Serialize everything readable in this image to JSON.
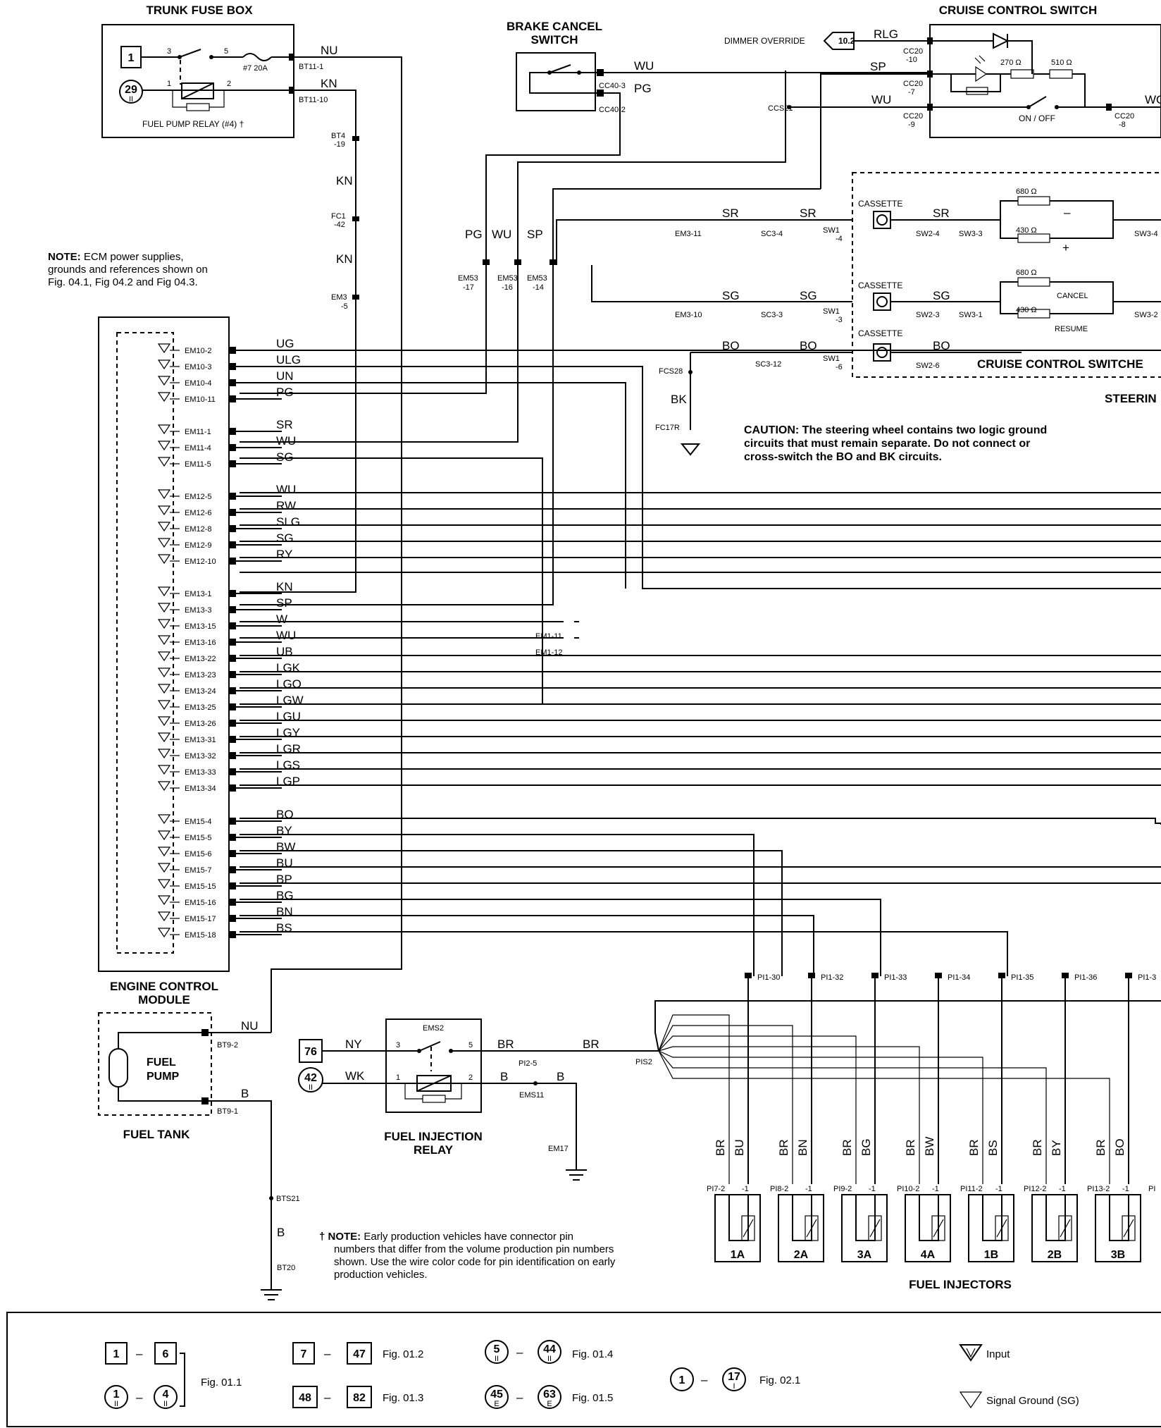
{
  "titles": {
    "trunk_fuse_box": "TRUNK FUSE BOX",
    "brake_cancel_switch": [
      "BRAKE CANCEL",
      "SWITCH"
    ],
    "cruise_control_switch": "CRUISE CONTROL SWITCH",
    "cruise_control_switches": "CRUISE CONTROL SWITCHE",
    "steering": "STEERIN",
    "engine_control_module": [
      "ENGINE CONTROL",
      "MODULE"
    ],
    "fuel_tank": "FUEL TANK",
    "fuel_pump": [
      "FUEL",
      "PUMP"
    ],
    "fuel_injection_relay": [
      "FUEL INJECTION",
      "RELAY"
    ],
    "fuel_injectors": "FUEL INJECTORS"
  },
  "fuse_box": {
    "box1": "1",
    "circle29": "29",
    "circle29_sub": "II",
    "fuse_label": "#7 20A",
    "relay_label": "FUEL PUMP RELAY (#4) †",
    "pins": [
      "3",
      "5",
      "1",
      "2"
    ],
    "conn1": "BT11-1",
    "conn2": "BT11-10",
    "wire1": "NU",
    "wire2": "KN"
  },
  "kn_chain": [
    {
      "conn": [
        "BT4",
        "-19"
      ],
      "wire": "KN"
    },
    {
      "conn": [
        "FC1",
        "-42"
      ],
      "wire": "KN"
    },
    {
      "conn": [
        "EM3",
        "-5"
      ],
      "wire": ""
    }
  ],
  "brake_switch": {
    "wire1": "WU",
    "wire2": "PG",
    "conn1": "CC40-3",
    "conn2": "CC40-2"
  },
  "em53": {
    "wires": [
      "PG",
      "WU",
      "SP"
    ],
    "conns": [
      [
        "EM53",
        "-17"
      ],
      [
        "EM53",
        "-16"
      ],
      [
        "EM53",
        "-14"
      ]
    ]
  },
  "cruise_switch": {
    "dimmer_override": "DIMMER OVERRIDE",
    "ref": "10.2",
    "wires": [
      "RLG",
      "SP",
      "WU",
      "WO"
    ],
    "conns": [
      [
        "CC20",
        "-10"
      ],
      [
        "CC20",
        "-7"
      ],
      [
        "CC20",
        "-9"
      ],
      [
        "CC20",
        "-8"
      ]
    ],
    "ccs21": "CCS21",
    "r1": "270 Ω",
    "r2": "510 Ω",
    "on_off": "ON / OFF"
  },
  "steering_switches": {
    "rows": [
      {
        "em": "EM3-11",
        "wire1": "SR",
        "sc": "SC3-4",
        "wire2": "SR",
        "sw1": [
          "SW1",
          "-4"
        ],
        "wire3": "SR",
        "sw2": "SW2-4",
        "sw3": "SW3-3",
        "sw3r": "SW3-4"
      },
      {
        "em": "EM3-10",
        "wire1": "SG",
        "sc": "SC3-3",
        "wire2": "SG",
        "sw1": [
          "SW1",
          "-3"
        ],
        "wire3": "SG",
        "sw2": "SW2-3",
        "sw3": "SW3-1",
        "sw3r": "SW3-2"
      },
      {
        "em": "",
        "wire1": "BO",
        "sc": "SC3-12",
        "wire2": "BO",
        "sw1": [
          "SW1",
          "-6"
        ],
        "wire3": "BO",
        "sw2": "SW2-6",
        "sw3": "",
        "sw3r": ""
      }
    ],
    "cassette": "CASSETTE",
    "r680": "680 Ω",
    "r430": "430 Ω",
    "minus": "–",
    "plus": "+",
    "cancel": "CANCEL",
    "resume": "RESUME",
    "fcs28": "FCS28",
    "bk": "BK",
    "fc17r": "FC17R"
  },
  "notes": {
    "ecm_note_bold": "NOTE:",
    "ecm_note": [
      " ECM power supplies,",
      "grounds and references shown on",
      "Fig. 04.1, Fig 04.2 and Fig 04.3."
    ],
    "caution_bold": "CAUTION:",
    "caution": [
      " The steering wheel contains two logic ground",
      "circuits that must remain separate.  Do not connect or",
      "cross-switch the BO and BK circuits."
    ],
    "dagger_note_bold": "† NOTE:",
    "dagger_note": [
      "  Early production vehicles have connector pin",
      "numbers that differ from the volume production pin numbers",
      "shown.  Use the wire color code for pin identification on early",
      "production vehicles."
    ]
  },
  "ecm_pins": [
    {
      "conn": "EM10-2",
      "wire": "UG"
    },
    {
      "conn": "EM10-3",
      "wire": "ULG"
    },
    {
      "conn": "EM10-4",
      "wire": "UN"
    },
    {
      "conn": "EM10-11",
      "wire": "PG"
    },
    {
      "conn": "EM11-1",
      "wire": "SR"
    },
    {
      "conn": "EM11-4",
      "wire": "WU"
    },
    {
      "conn": "EM11-5",
      "wire": "SG"
    },
    {
      "conn": "EM12-5",
      "wire": "WU"
    },
    {
      "conn": "EM12-6",
      "wire": "RW"
    },
    {
      "conn": "EM12-8",
      "wire": "SLG"
    },
    {
      "conn": "EM12-9",
      "wire": "SG"
    },
    {
      "conn": "EM12-10",
      "wire": "RY"
    },
    {
      "conn": "EM13-1",
      "wire": "KN"
    },
    {
      "conn": "EM13-3",
      "wire": "SP"
    },
    {
      "conn": "EM13-15",
      "wire": "W"
    },
    {
      "conn": "EM13-16",
      "wire": "WU"
    },
    {
      "conn": "EM13-22",
      "wire": "UB"
    },
    {
      "conn": "EM13-23",
      "wire": "LGK"
    },
    {
      "conn": "EM13-24",
      "wire": "LGO"
    },
    {
      "conn": "EM13-25",
      "wire": "LGW"
    },
    {
      "conn": "EM13-26",
      "wire": "LGU"
    },
    {
      "conn": "EM13-31",
      "wire": "LGY"
    },
    {
      "conn": "EM13-32",
      "wire": "LGR"
    },
    {
      "conn": "EM13-33",
      "wire": "LGS"
    },
    {
      "conn": "EM13-34",
      "wire": "LGP"
    },
    {
      "conn": "EM15-4",
      "wire": "BO"
    },
    {
      "conn": "EM15-5",
      "wire": "BY"
    },
    {
      "conn": "EM15-6",
      "wire": "BW"
    },
    {
      "conn": "EM15-7",
      "wire": "BU"
    },
    {
      "conn": "EM15-15",
      "wire": "BP"
    },
    {
      "conn": "EM15-16",
      "wire": "BG"
    },
    {
      "conn": "EM15-17",
      "wire": "BN"
    },
    {
      "conn": "EM15-18",
      "wire": "BS"
    }
  ],
  "em1": [
    "EM1-11",
    "EM1-12"
  ],
  "fuel_pump": {
    "wire1": "NU",
    "wire2": "B",
    "conn1": "BT9-2",
    "conn2": "BT9-1",
    "bts21": "BTS21",
    "wire3": "B",
    "bt20": "BT20"
  },
  "fuel_relay": {
    "box76": "76",
    "circle42": "42",
    "circle42_sub": "II",
    "wire_ny": "NY",
    "wire_wk": "WK",
    "ems2": "EMS2",
    "pins": [
      "3",
      "5",
      "1",
      "2"
    ],
    "wire_br": "BR",
    "pi25": "PI2-5",
    "wire_br2": "BR",
    "wire_b": "B",
    "wire_b2": "B",
    "ems11": "EMS11",
    "em17": "EM17",
    "pis2": "PIS2"
  },
  "injectors": [
    {
      "name": "1A",
      "pi_top": "PI1-30",
      "pwr": "BR",
      "sig": "BU",
      "pin2": "PI7-2",
      "pin1": "-1"
    },
    {
      "name": "2A",
      "pi_top": "PI1-32",
      "pwr": "BR",
      "sig": "BN",
      "pin2": "PI8-2",
      "pin1": "-1"
    },
    {
      "name": "3A",
      "pi_top": "PI1-33",
      "pwr": "BR",
      "sig": "BG",
      "pin2": "PI9-2",
      "pin1": "-1"
    },
    {
      "name": "4A",
      "pi_top": "PI1-34",
      "pwr": "BR",
      "sig": "BW",
      "pin2": "PI10-2",
      "pin1": "-1"
    },
    {
      "name": "1B",
      "pi_top": "PI1-35",
      "pwr": "BR",
      "sig": "BS",
      "pin2": "PI11-2",
      "pin1": "-1"
    },
    {
      "name": "2B",
      "pi_top": "PI1-36",
      "pwr": "BR",
      "sig": "BY",
      "pin2": "PI12-2",
      "pin1": "-1"
    },
    {
      "name": "3B",
      "pi_top": "PI1-3",
      "pwr": "BR",
      "sig": "BO",
      "pin2": "PI13-2",
      "pin1": "-1"
    }
  ],
  "injector_extra_pin": "PI",
  "legend": {
    "b1": "1",
    "b6": "6",
    "c1": "1",
    "c1s": "II",
    "c4": "4",
    "c4s": "II",
    "fig011": "Fig. 01.1",
    "b7": "7",
    "b47": "47",
    "fig012": "Fig. 01.2",
    "b48": "48",
    "b82": "82",
    "fig013": "Fig. 01.3",
    "c5": "5",
    "c5s": "II",
    "c44": "44",
    "c44s": "II",
    "fig014": "Fig. 01.4",
    "c45": "45",
    "c45s": "E",
    "c63": "63",
    "c63s": "E",
    "fig015": "Fig. 01.5",
    "d1": "1",
    "d17": "17",
    "d17s": "I",
    "fig021": "Fig. 02.1",
    "dash": "–",
    "input": "Input",
    "sg": "Signal Ground (SG)"
  }
}
